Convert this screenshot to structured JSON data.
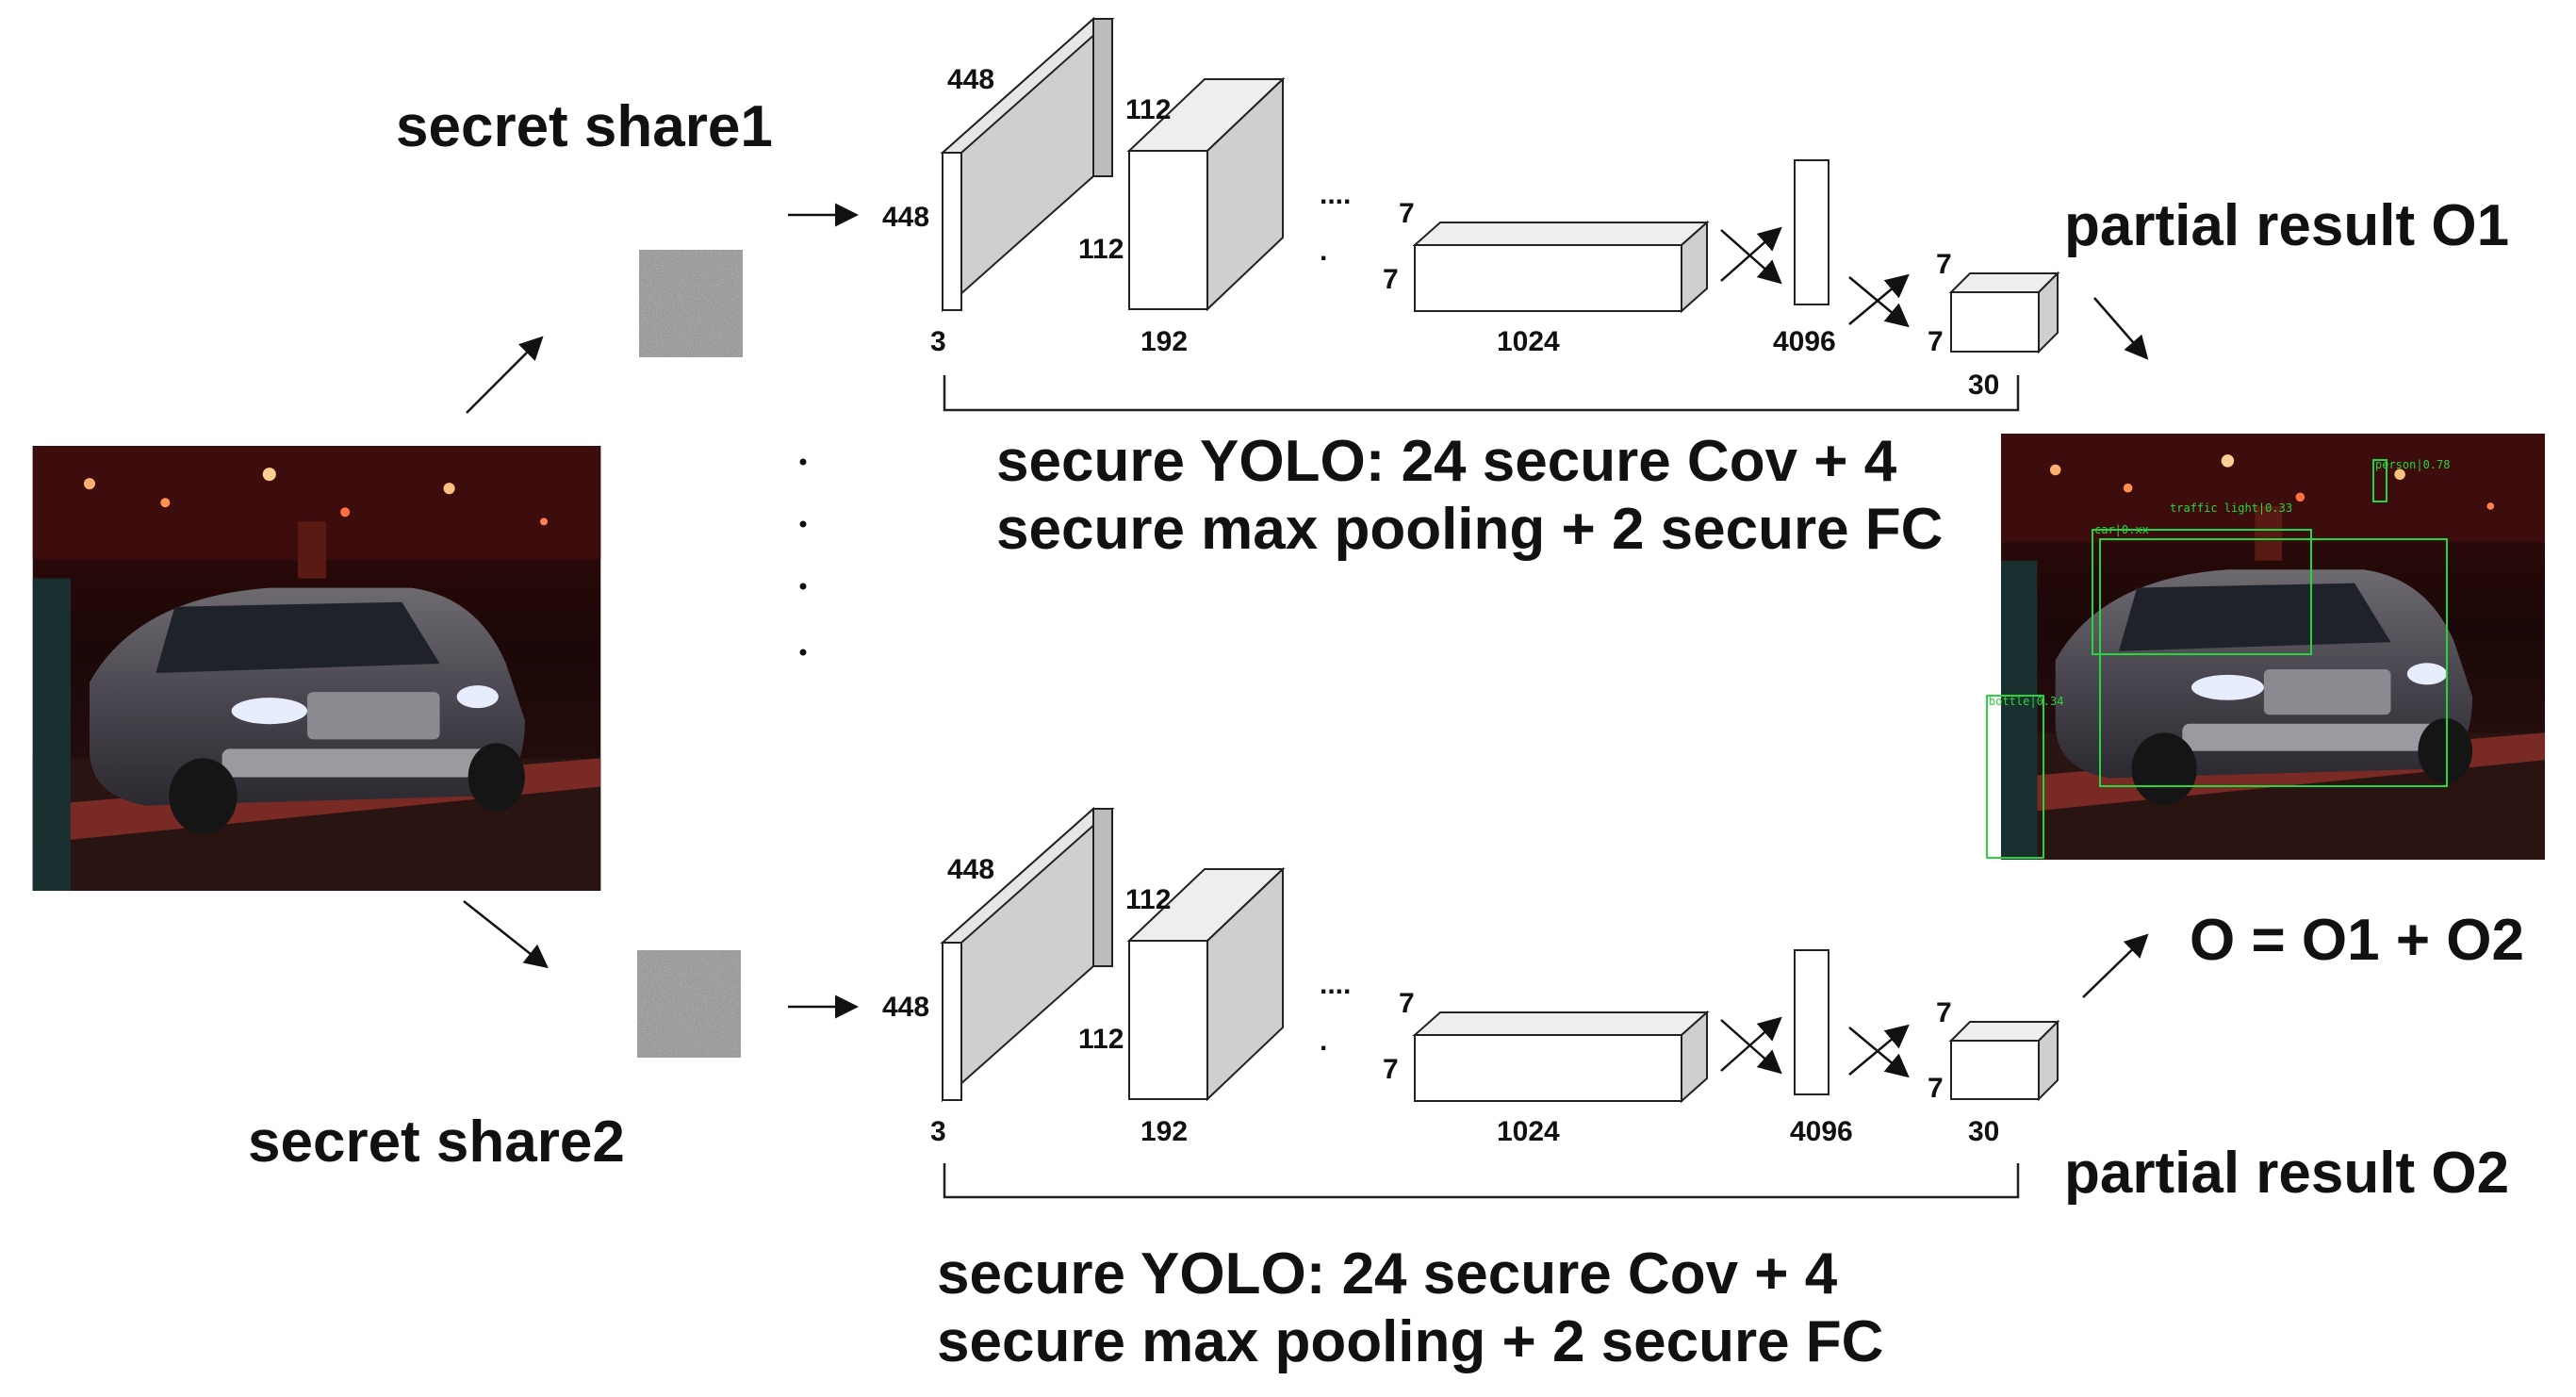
{
  "labels": {
    "secret_share1": "secret share1",
    "secret_share2": "secret share2",
    "partial_result_o1": "partial result O1",
    "partial_result_o2": "partial result O2",
    "combined_result": "O = O1 + O2"
  },
  "pipelines": [
    {
      "dims": {
        "input_h": "448",
        "input_w": "448",
        "input_c": "3",
        "conv2_h": "112",
        "conv2_w": "112",
        "conv2_c": "192",
        "mid_h": "7",
        "mid_w": "7",
        "mid_c": "1024",
        "fc1": "4096",
        "out_h": "7",
        "out_w": "7",
        "out_c": "30"
      },
      "caption_line1": "secure YOLO: 24 secure Cov  + 4",
      "caption_line2": "secure max pooling + 2 secure FC"
    },
    {
      "dims": {
        "input_h": "448",
        "input_w": "448",
        "input_c": "3",
        "conv2_h": "112",
        "conv2_w": "112",
        "conv2_c": "192",
        "mid_h": "7",
        "mid_w": "7",
        "mid_c": "1024",
        "fc1": "4096",
        "out_h": "7",
        "out_w": "7",
        "out_c": "30"
      },
      "caption_line1": "secure YOLO: 24 secure Cov  + 4",
      "caption_line2": "secure max pooling + 2 secure FC"
    }
  ],
  "ellipsis": {
    "between_layers": "....",
    "between_layers_dot": "."
  },
  "detections": [
    {
      "label": "person|0.78"
    },
    {
      "label": "traffic light|0.33"
    },
    {
      "label": "car|0.xx"
    },
    {
      "label": "bottle|0.34"
    }
  ],
  "colors": {
    "block_side": "#cfcfcf",
    "block_front": "#ffffff",
    "noise_base": "#8a8a8a",
    "detection_box": "#27d63a"
  },
  "icons": {
    "input_image": "night-street-car-photo",
    "share_image": "random-noise-square",
    "output_image": "detection-result-photo"
  }
}
